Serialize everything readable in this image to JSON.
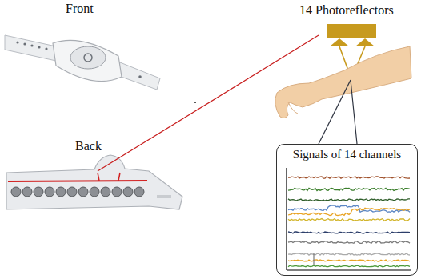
{
  "diagram": {
    "nodes": [
      {
        "text": [
          "14 Photoreflectors"
        ]
      },
      {
        "text": [
          "Signals of 14 channels"
        ]
      }
    ],
    "labels": [
      "Front",
      "Back"
    ]
  }
}
